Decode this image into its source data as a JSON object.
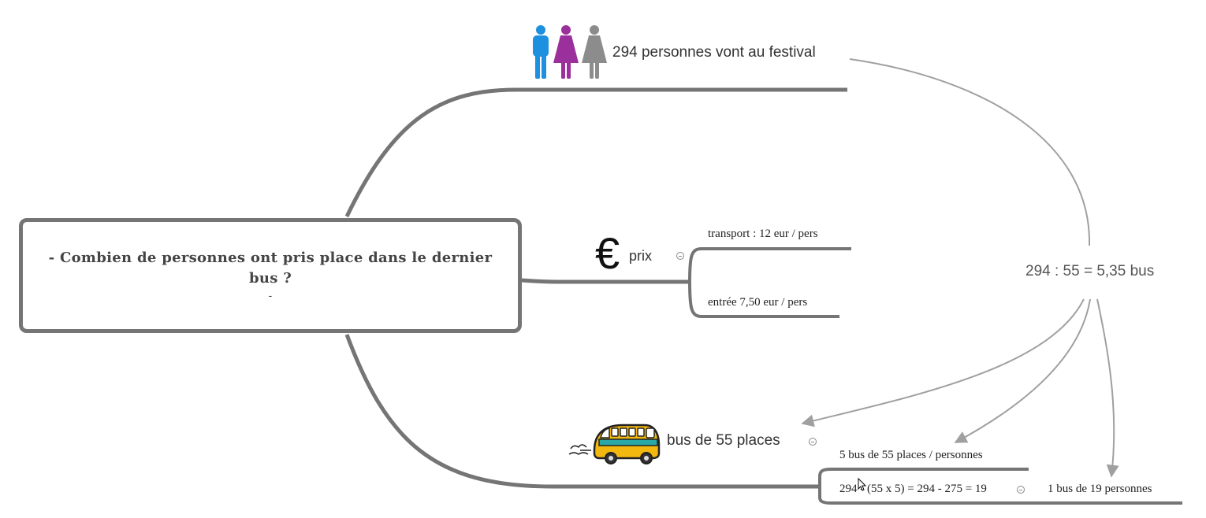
{
  "central_topic": {
    "line1": "- Combien de personnes ont pris place dans le dernier",
    "line2": "bus ?",
    "line3": "-"
  },
  "branches": {
    "people": {
      "label": "294 personnes vont au festival",
      "icon": "people-icon"
    },
    "price": {
      "symbol": "€",
      "label": "prix",
      "children": [
        "transport : 12 eur / pers",
        "entrée 7,50 eur / pers"
      ]
    },
    "bus": {
      "label": "bus de 55 places",
      "icon": "bus-icon",
      "children": [
        "5 bus de 55 places / personnes",
        "294 - (55 x 5) = 294 - 275 = 19"
      ]
    }
  },
  "floating": {
    "calc": "294 : 55 = 5,35 bus",
    "result": "1 bus de 19 personnes"
  },
  "colors": {
    "branch_line": "#757575",
    "arrow": "#a0a0a0",
    "man": "#1e90e0",
    "woman": "#9b2f9b",
    "woman2": "#8c8c8c",
    "bus_body": "#f2b80f"
  }
}
